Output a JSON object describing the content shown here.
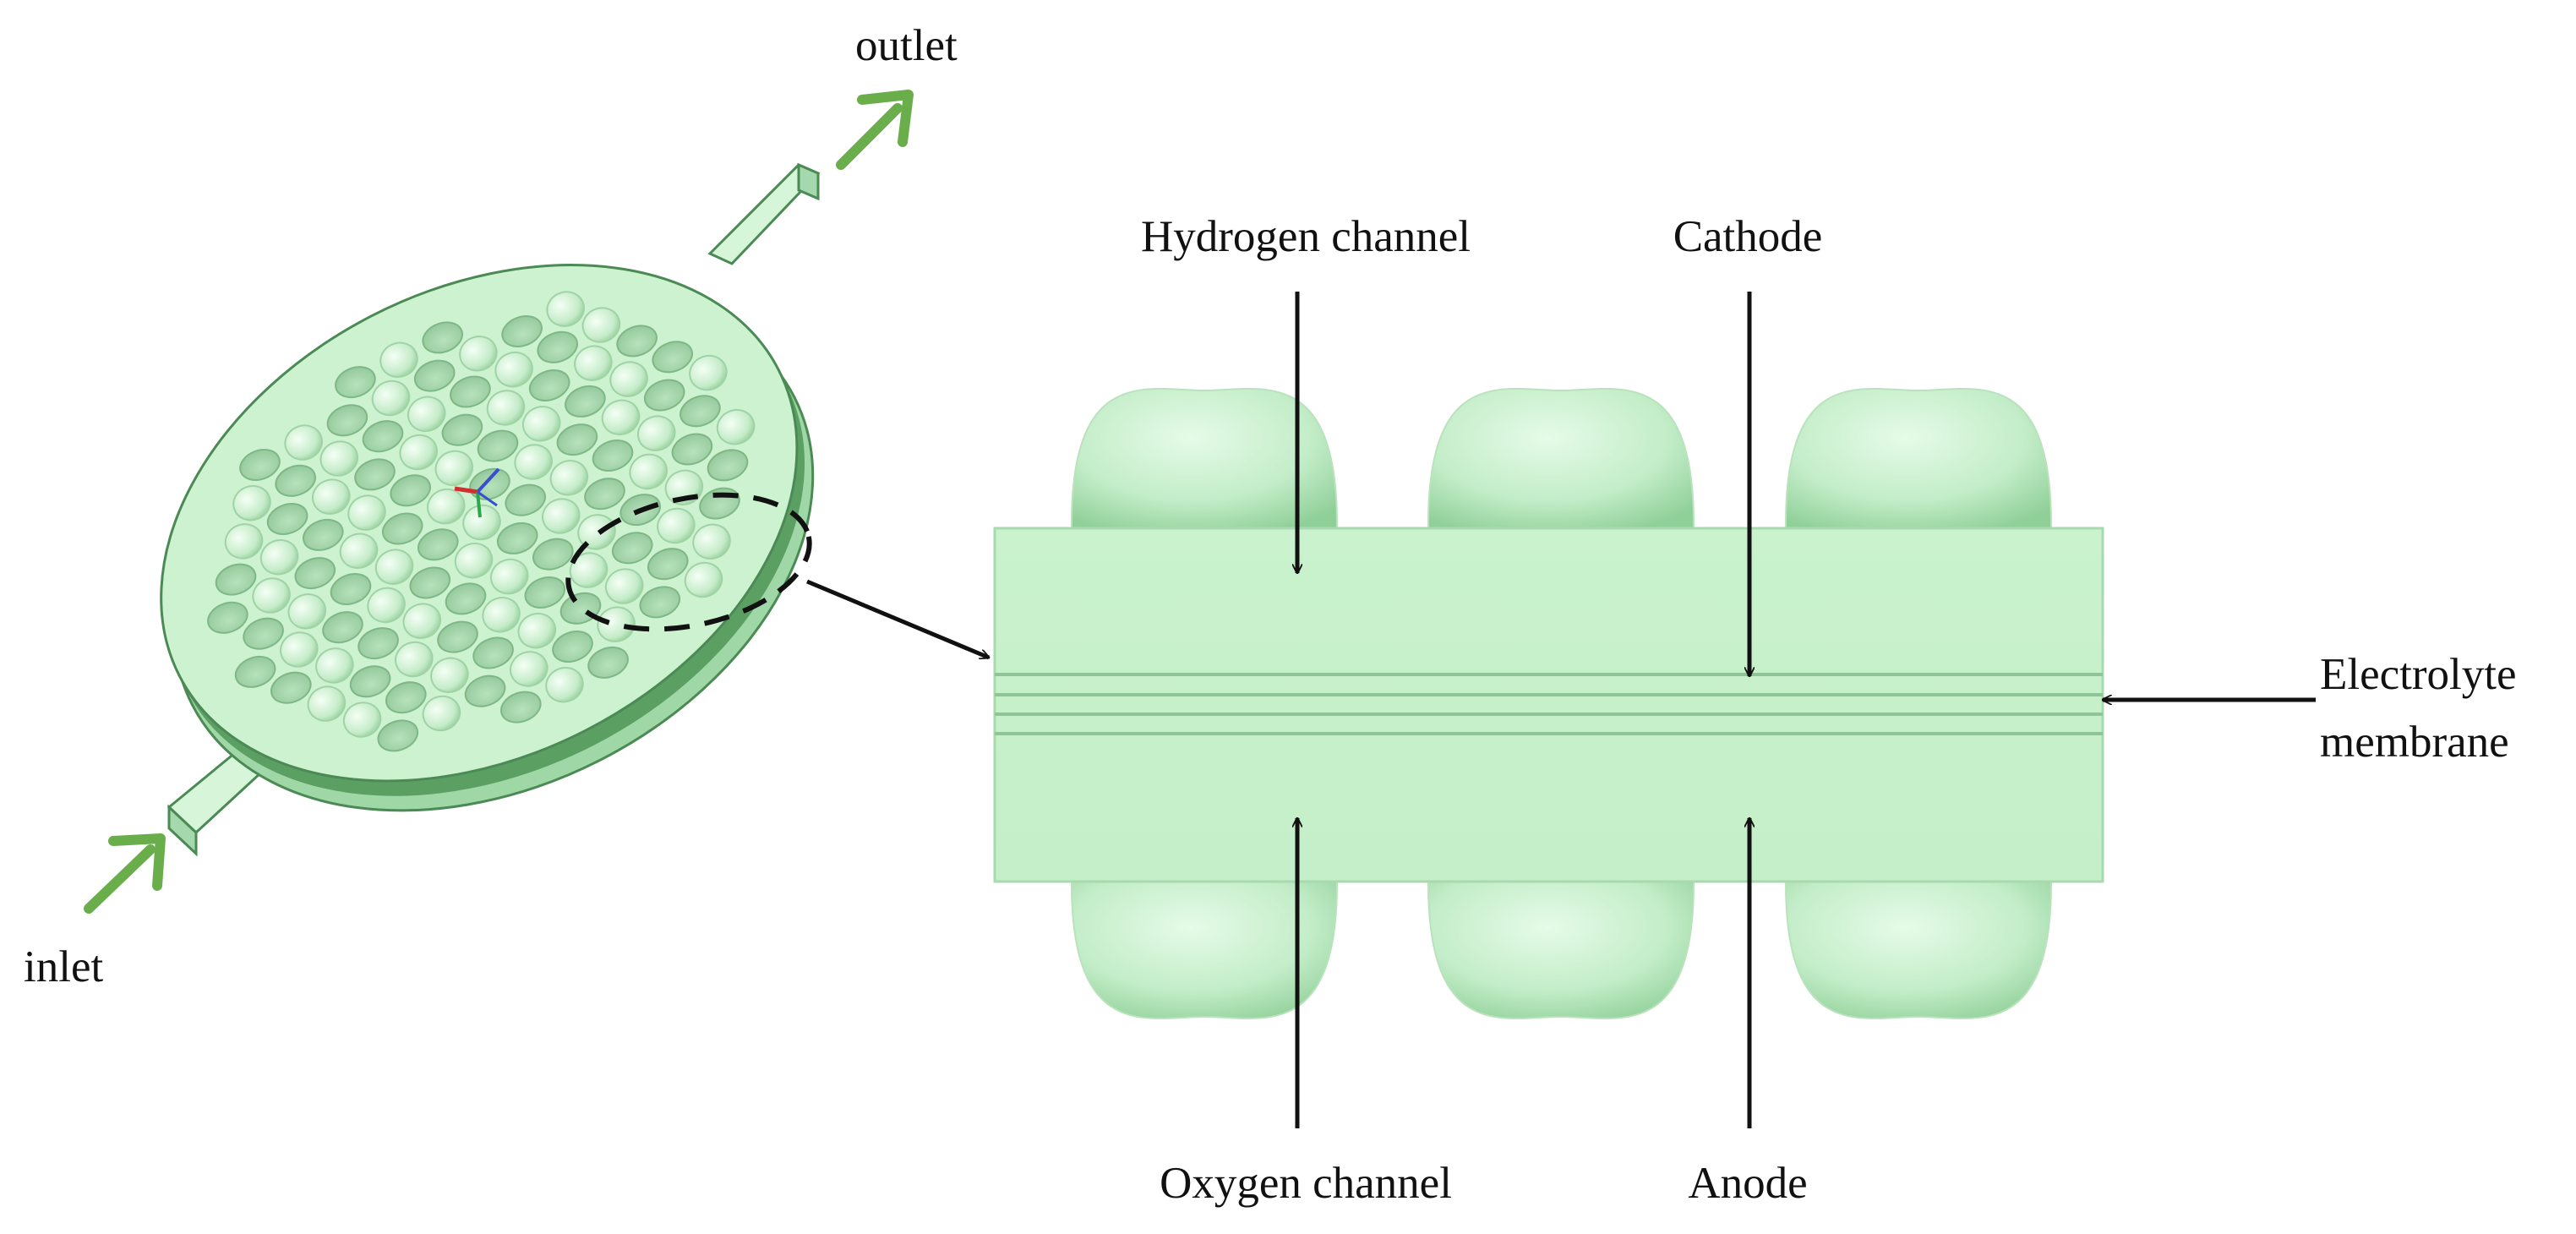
{
  "labels": {
    "outlet": "outlet",
    "inlet": "inlet",
    "hydrogen_channel": "Hydrogen channel",
    "cathode": "Cathode",
    "electrolyte_membrane_line1": "Electrolyte",
    "electrolyte_membrane_line2": "membrane",
    "oxygen_channel": "Oxygen channel",
    "anode": "Anode"
  },
  "colors": {
    "body_green": "#ccf2cf",
    "body_green_dark": "#9ed7a5",
    "edge_green": "#6ab273",
    "arrow_green": "#6aae4c",
    "arrow_black": "#111111"
  }
}
